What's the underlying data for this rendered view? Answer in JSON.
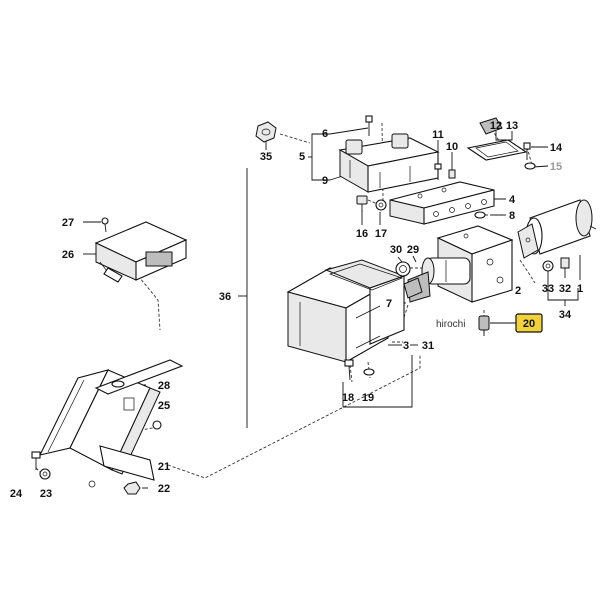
{
  "diagram": {
    "watermark": "hirochi",
    "highlight_color": "#f2d23c",
    "highlighted_callout": "20",
    "callouts": {
      "c1": "1",
      "c2": "2",
      "c3": "3",
      "c4": "4",
      "c5": "5",
      "c6": "6",
      "c7": "7",
      "c8": "8",
      "c9": "9",
      "c10": "10",
      "c11": "11",
      "c12": "12",
      "c13": "13",
      "c14": "14",
      "c15": "15",
      "c16": "16",
      "c17": "17",
      "c18": "18",
      "c19": "19",
      "c20": "20",
      "c21": "21",
      "c22": "22",
      "c23": "23",
      "c24": "24",
      "c25": "25",
      "c26": "26",
      "c27": "27",
      "c28": "28",
      "c29": "29",
      "c30": "30",
      "c31": "31",
      "c32": "32",
      "c33": "33",
      "c34": "34",
      "c35": "35",
      "c36": "36"
    }
  }
}
